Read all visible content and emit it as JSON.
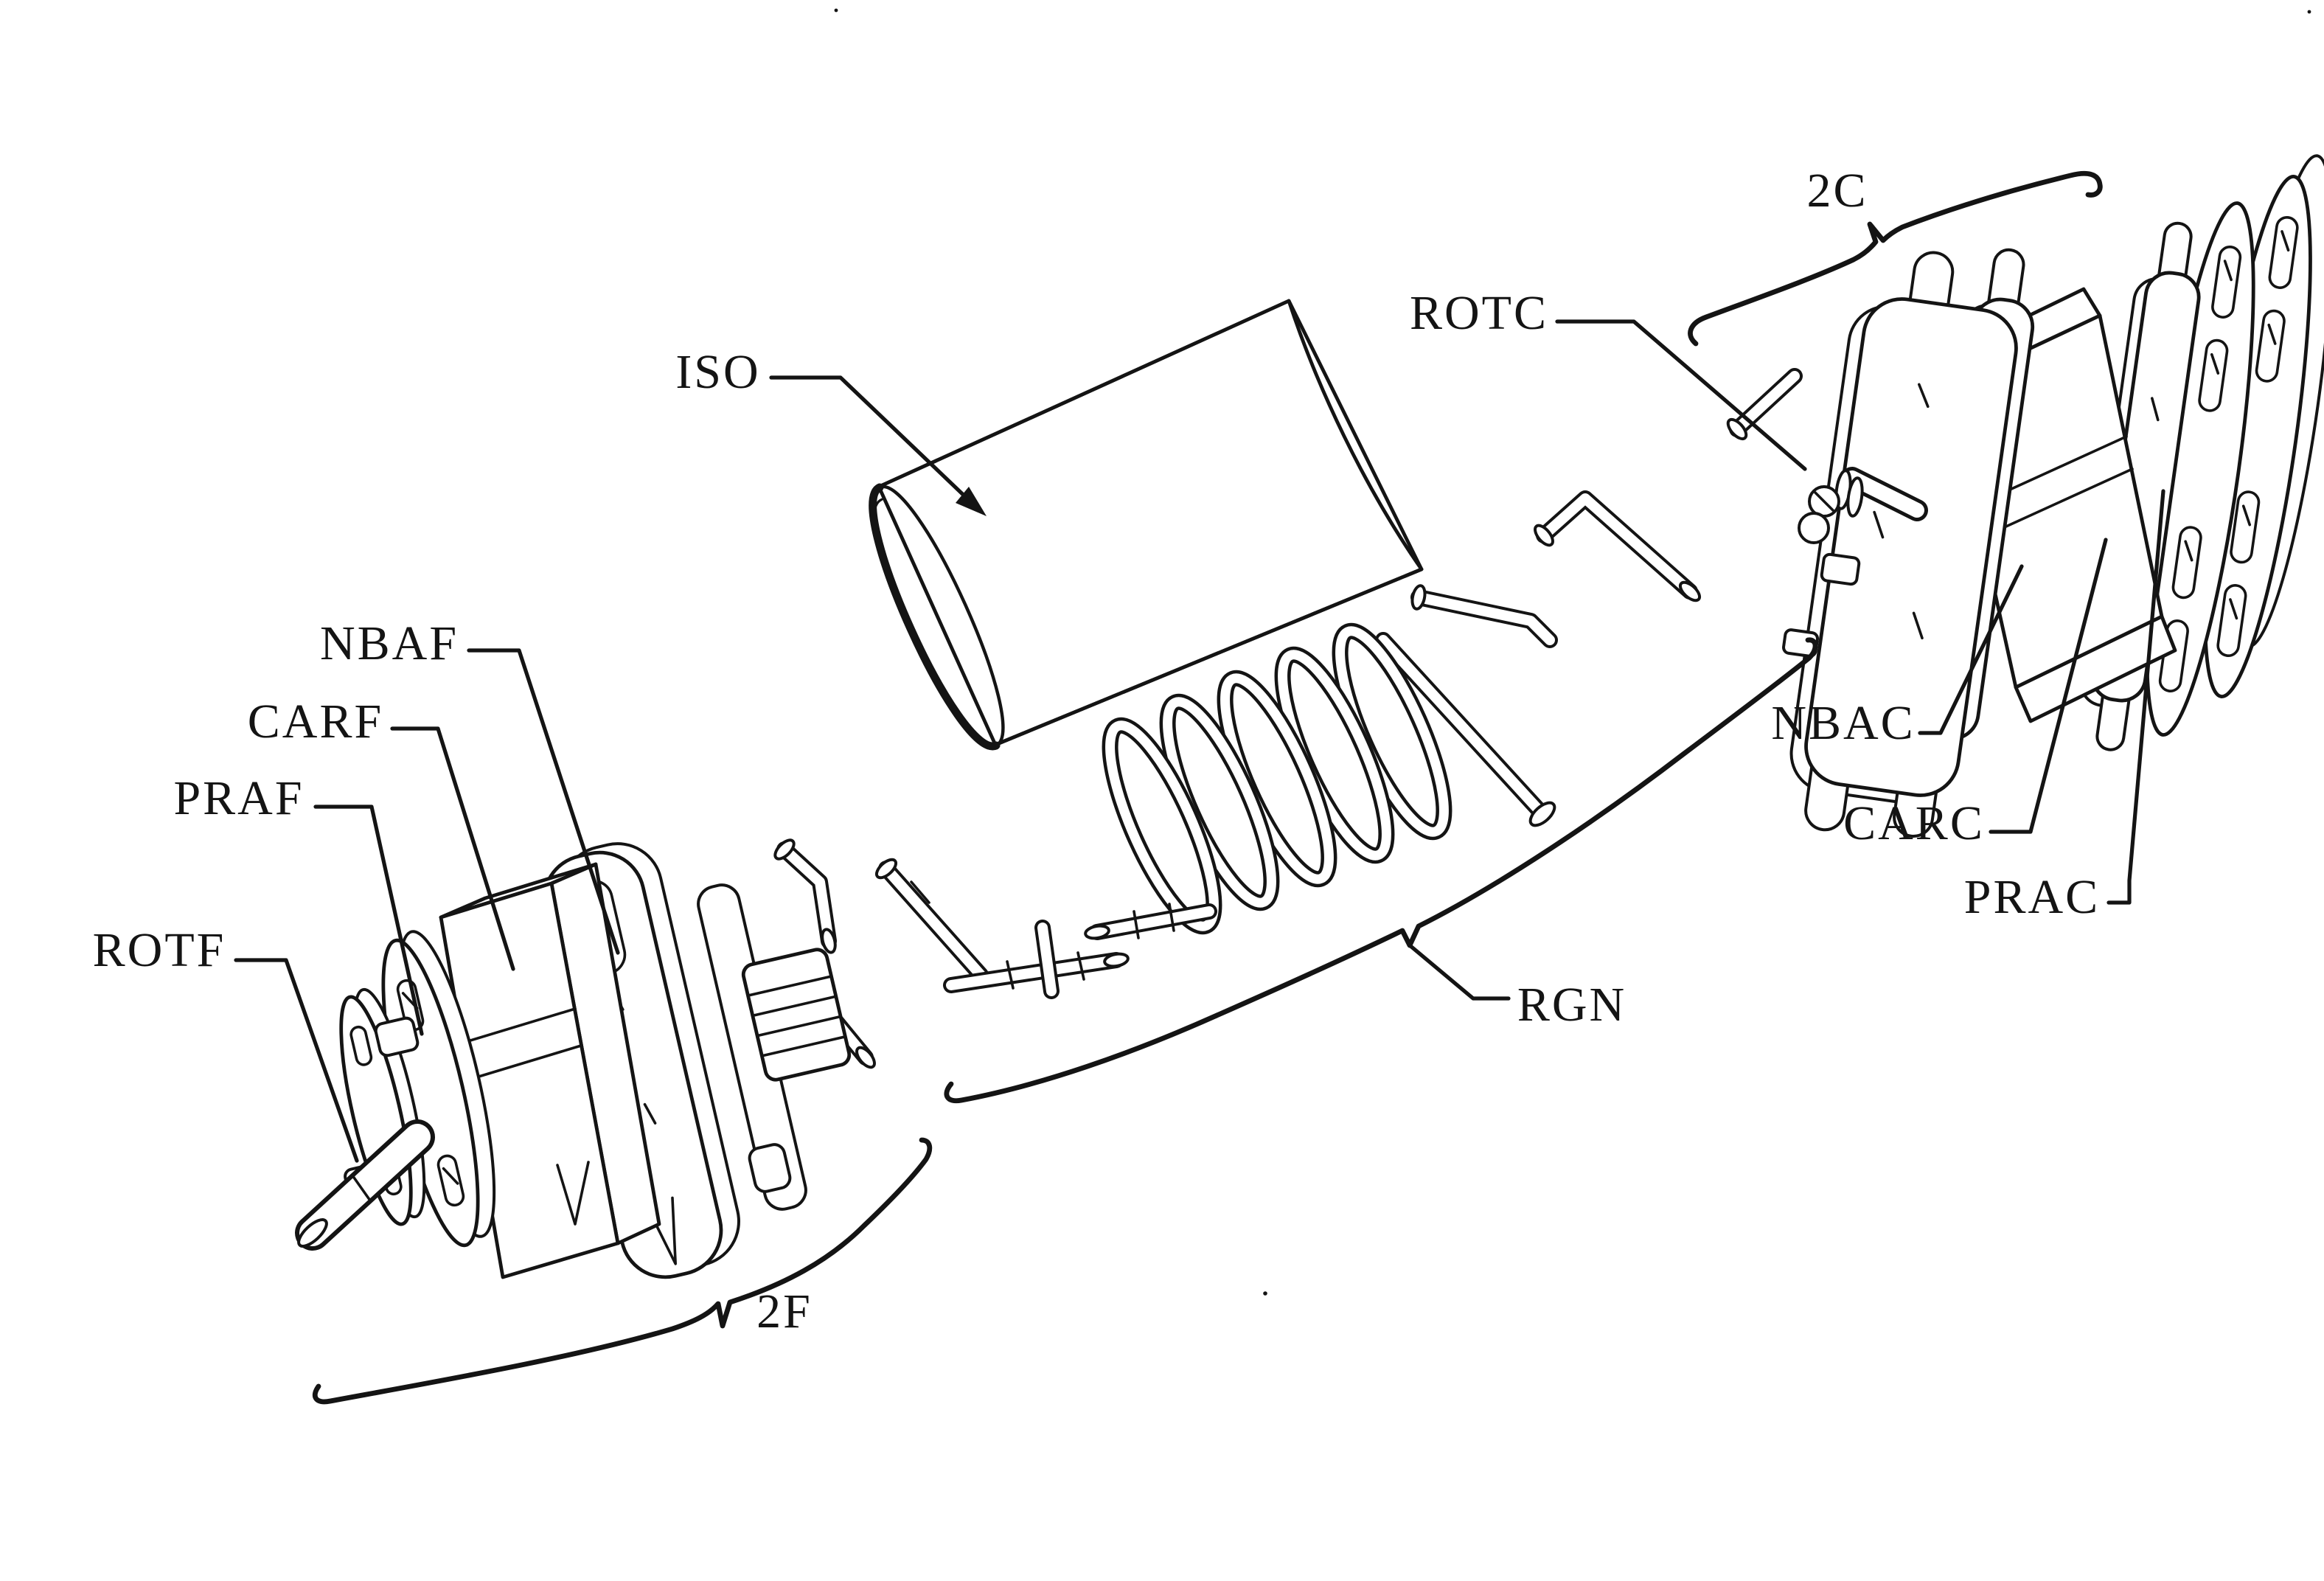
{
  "figure": {
    "type": "patent-exploded-assembly-diagram",
    "background_color": "#ffffff",
    "line_color": "#141414",
    "labels": {
      "iso": "ISO",
      "rotc": "ROTC",
      "c2": "2C",
      "nbac": "NBAC",
      "carc": "CARC",
      "prac": "PRAC",
      "rgn": "RGN",
      "nbaf": "NBAF",
      "carf": "CARF",
      "praf": "PRAF",
      "rotf": "ROTF",
      "f2": "2F"
    }
  }
}
